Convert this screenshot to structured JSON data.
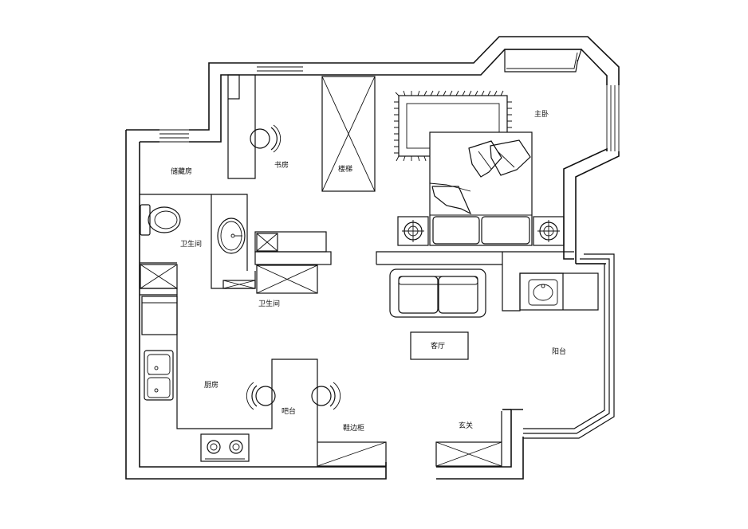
{
  "labels": {
    "storage": "储藏房",
    "study": "书房",
    "stairs": "楼梯",
    "master_bedroom": "主卧",
    "bathroom_1": "卫生间",
    "bathroom_2": "卫生间",
    "living_room": "客厅",
    "balcony": "阳台",
    "kitchen": "厨房",
    "bar": "吧台",
    "shoe_cabinet": "鞋边柜",
    "entrance": "玄关"
  }
}
